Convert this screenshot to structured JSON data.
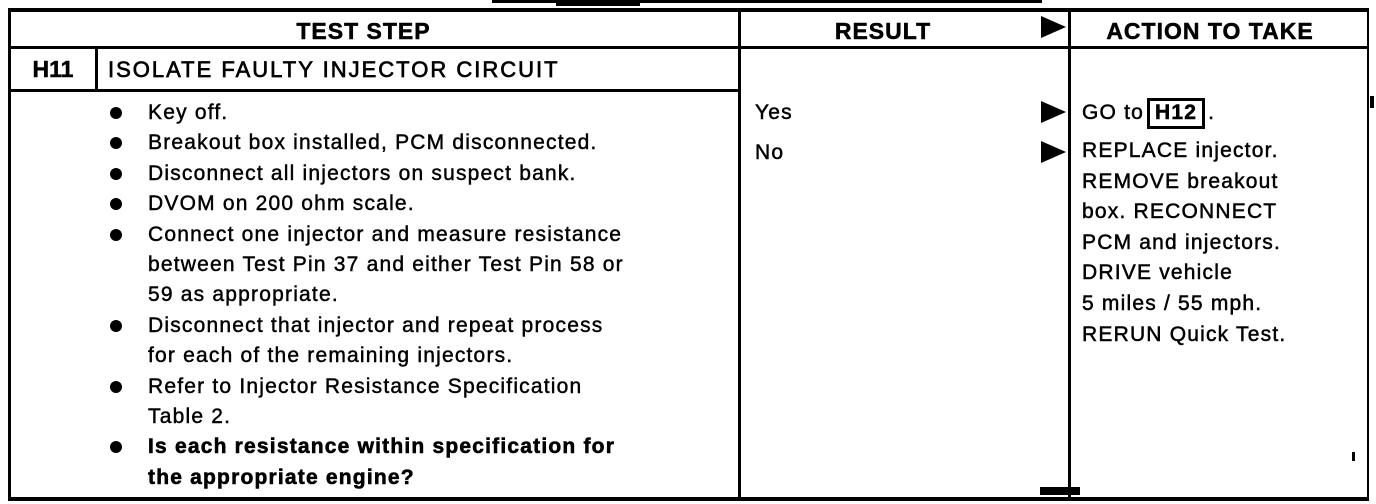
{
  "header": {
    "test_step": "TEST STEP",
    "result": "RESULT",
    "action": "ACTION TO TAKE"
  },
  "icons": {
    "result_arrow": "filled-right-triangle",
    "bullet": "filled-circle"
  },
  "test_step": {
    "id": "H11",
    "title": "ISOLATE FAULTY INJECTOR CIRCUIT",
    "bullets": [
      {
        "bold": false,
        "lines": [
          "Key off."
        ]
      },
      {
        "bold": false,
        "lines": [
          "Breakout box installed, PCM disconnected."
        ]
      },
      {
        "bold": false,
        "lines": [
          "Disconnect all injectors on suspect bank."
        ]
      },
      {
        "bold": false,
        "lines": [
          "DVOM on 200 ohm scale."
        ]
      },
      {
        "bold": false,
        "lines": [
          "Connect one injector and measure resistance",
          "between Test Pin 37 and either Test Pin 58 or",
          "59 as appropriate."
        ]
      },
      {
        "bold": false,
        "lines": [
          "Disconnect that injector and repeat process",
          "for each of the remaining injectors."
        ]
      },
      {
        "bold": false,
        "lines": [
          "Refer to Injector Resistance Specification",
          "Table 2."
        ]
      },
      {
        "bold": true,
        "lines": [
          "Is each resistance within specification for",
          "the appropriate engine?"
        ]
      }
    ]
  },
  "results": {
    "yes": {
      "label": "Yes"
    },
    "no": {
      "label": "No"
    }
  },
  "actions": {
    "yes": {
      "pre": "GO to",
      "ref": "H12",
      "post": "."
    },
    "no": {
      "lines": [
        "REPLACE injector.",
        "REMOVE breakout",
        "box. RECONNECT",
        "PCM and injectors.",
        "DRIVE vehicle",
        "5 miles / 55 mph.",
        "RERUN Quick Test."
      ]
    }
  }
}
